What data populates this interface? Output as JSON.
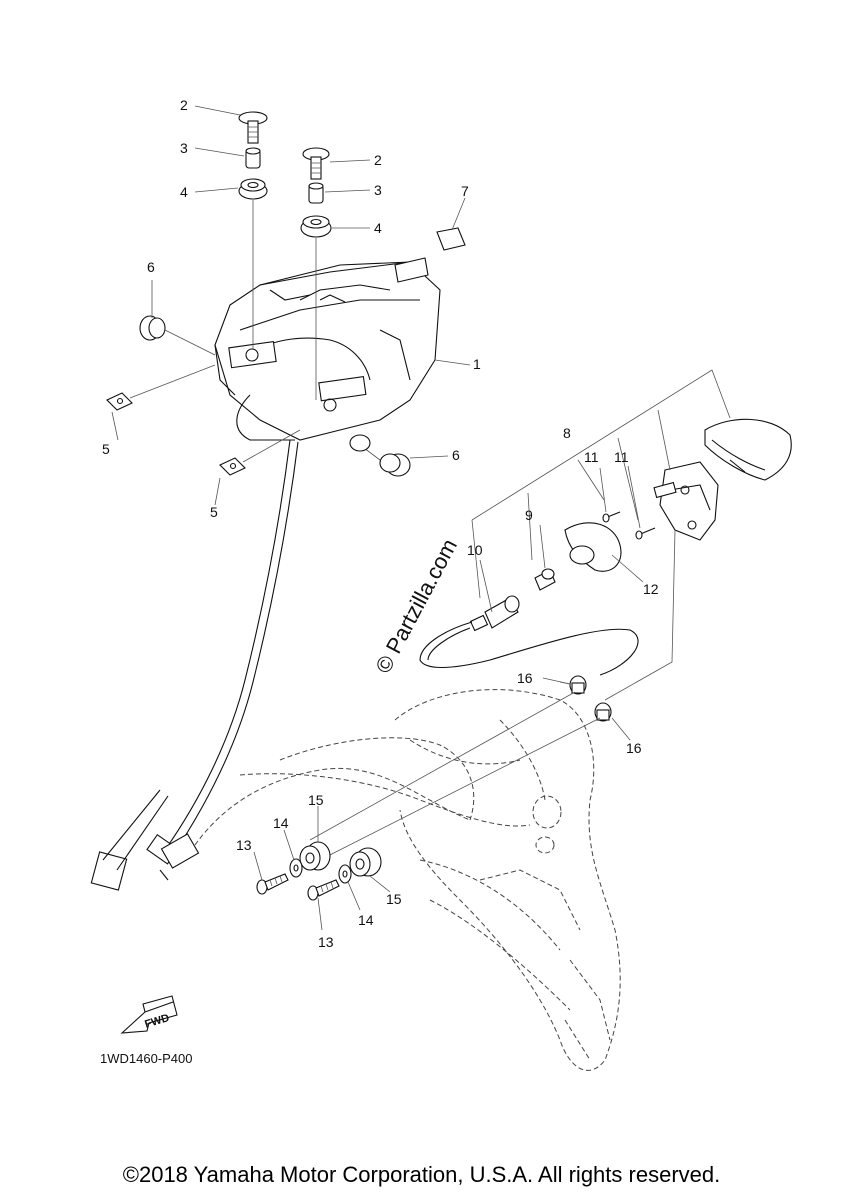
{
  "callouts": {
    "c1": "1",
    "c2a": "2",
    "c2b": "2",
    "c3a": "3",
    "c3b": "3",
    "c4a": "4",
    "c4b": "4",
    "c5a": "5",
    "c5b": "5",
    "c6a": "6",
    "c6b": "6",
    "c7": "7",
    "c8": "8",
    "c9": "9",
    "c10": "10",
    "c11a": "11",
    "c11b": "11",
    "c12": "12",
    "c13a": "13",
    "c13b": "13",
    "c14a": "14",
    "c14b": "14",
    "c15a": "15",
    "c15b": "15",
    "c16a": "16",
    "c16b": "16"
  },
  "watermark": "© Partzilla.com",
  "fwd_label": "FWD",
  "diagram_code": "1WD1460-P400",
  "copyright": "©2018 Yamaha Motor Corporation, U.S.A. All rights reserved."
}
